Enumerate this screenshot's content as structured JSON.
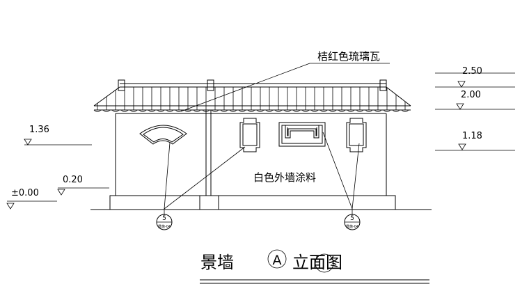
{
  "labels": {
    "roof_tile": "桔红色琉璃瓦",
    "wall_paint": "白色外墙涂料"
  },
  "elevations": {
    "e250": "2.50",
    "e200": "2.00",
    "e118": "1.18",
    "e136": "1.36",
    "e020": "0.20",
    "e000": "±0.00"
  },
  "callouts": [
    {
      "num": "5",
      "ref": "景施-04"
    },
    {
      "num": "5",
      "ref": "景施-04"
    }
  ],
  "title": {
    "name": "景墙",
    "circle_letter": "A",
    "suffix": "立面图"
  }
}
